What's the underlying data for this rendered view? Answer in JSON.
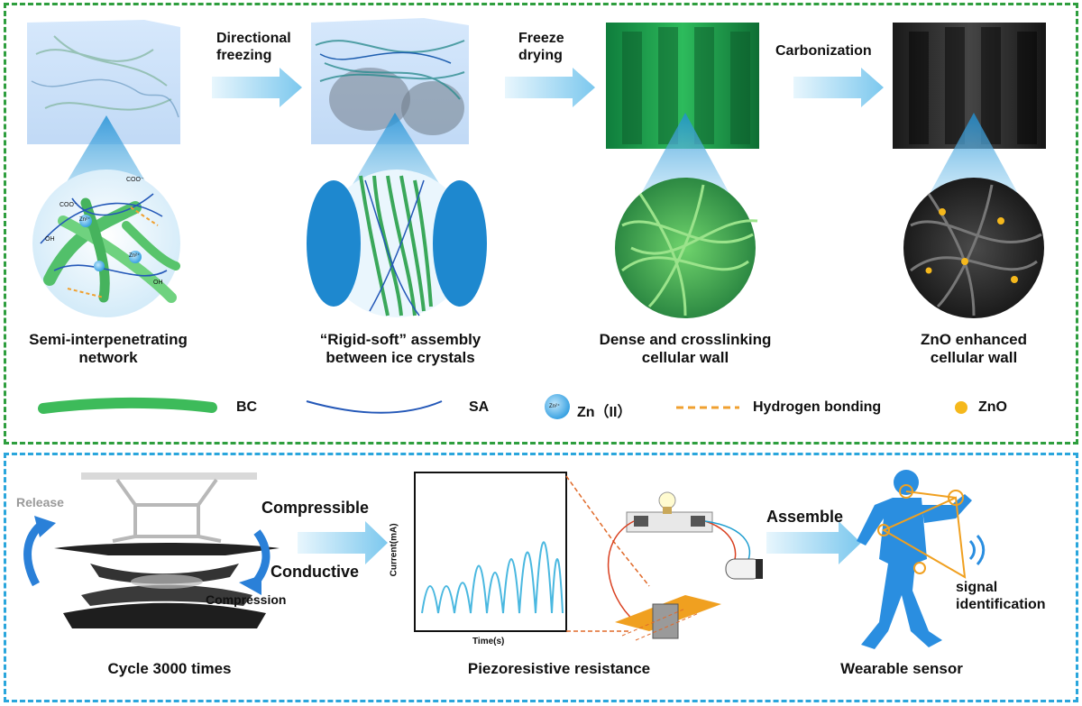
{
  "process": {
    "steps": [
      "Directional\nfreezing",
      "Freeze\ndrying",
      "Carbonization"
    ],
    "stages": [
      "Semi-interpenetrating\nnetwork",
      "“Rigid-soft” assembly\nbetween ice crystals",
      "Dense and crosslinking\ncellular wall",
      "ZnO enhanced\ncellular wall"
    ],
    "network_labels": [
      "COO⁻",
      "COO⁻",
      "Zn²⁺",
      "Zn²⁺",
      "OH",
      "OH"
    ]
  },
  "legend": {
    "bc": "BC",
    "sa": "SA",
    "zn_icon": "Zn²⁺",
    "zn": "Zn（II）",
    "hbond": "Hydrogen bonding",
    "zno": "ZnO"
  },
  "application": {
    "release": "Release",
    "compression": "Compression",
    "compressible": "Compressible",
    "conductive": "Conductive",
    "cycle": "Cycle 3000 times",
    "y_axis": "Current(mA)",
    "x_axis": "Time(s)",
    "piezo": "Piezoresistive resistance",
    "assemble": "Assemble",
    "signal": "signal\nidentification",
    "wearable": "Wearable sensor"
  },
  "colors": {
    "green_border": "#2e9e3e",
    "blue_border": "#2aa6dc",
    "arrow": "#8fd0f0",
    "bc_green": "#3dbb5a",
    "sa_blue": "#2458b8",
    "hbond_orange": "#f0a030",
    "zno_yellow": "#f5b81c",
    "figure_blue": "#2a8ee0",
    "signal_line": "#4ab8e0"
  }
}
